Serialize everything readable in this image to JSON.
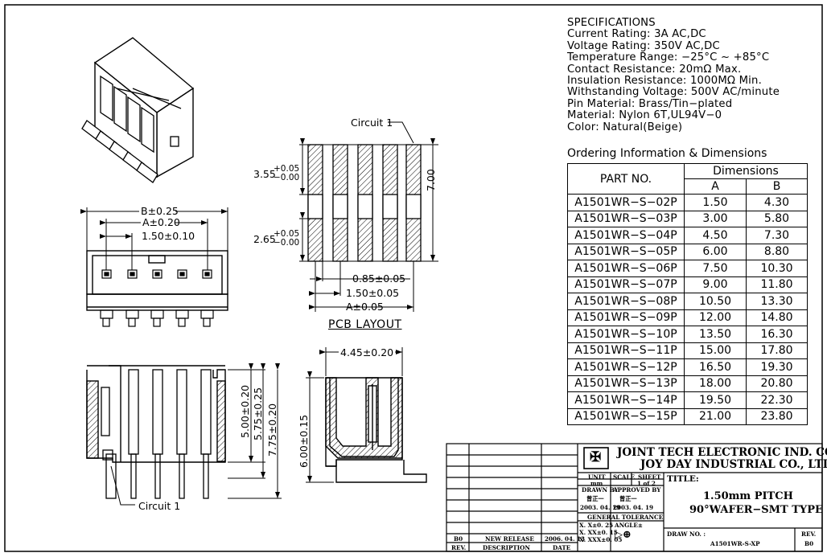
{
  "specifications": {
    "title": "SPECIFICATIONS",
    "lines": [
      "Current Rating: 3A AC,DC",
      "Voltage Rating: 350V AC,DC",
      "Temperature Range: −25°C ~ +85°C",
      "Contact Resistance: 20mΩ Max.",
      "Insulation Resistance: 1000MΩ Min.",
      "Withstanding Voltage: 500V AC/minute",
      "Pin Material: Brass/Tin−plated",
      "Material: Nylon 6T,UL94V−0",
      "Color: Natural(Beige)"
    ]
  },
  "ordering": {
    "title": "Ordering Information & Dimensions",
    "header_part": "PART NO.",
    "header_dims": "Dimensions",
    "header_a": "A",
    "header_b": "B",
    "rows": [
      [
        "A1501WR−S−02P",
        "1.50",
        "4.30"
      ],
      [
        "A1501WR−S−03P",
        "3.00",
        "5.80"
      ],
      [
        "A1501WR−S−04P",
        "4.50",
        "7.30"
      ],
      [
        "A1501WR−S−05P",
        "6.00",
        "8.80"
      ],
      [
        "A1501WR−S−06P",
        "7.50",
        "10.30"
      ],
      [
        "A1501WR−S−07P",
        "9.00",
        "11.80"
      ],
      [
        "A1501WR−S−08P",
        "10.50",
        "13.30"
      ],
      [
        "A1501WR−S−09P",
        "12.00",
        "14.80"
      ],
      [
        "A1501WR−S−10P",
        "13.50",
        "16.30"
      ],
      [
        "A1501WR−S−11P",
        "15.00",
        "17.80"
      ],
      [
        "A1501WR−S−12P",
        "16.50",
        "19.30"
      ],
      [
        "A1501WR−S−13P",
        "18.00",
        "20.80"
      ],
      [
        "A1501WR−S−14P",
        "19.50",
        "22.30"
      ],
      [
        "A1501WR−S−15P",
        "21.00",
        "23.80"
      ]
    ]
  },
  "dimensions": {
    "b": "B±0.25",
    "a_front": "A±0.20",
    "pitch_front": "1.50±0.10",
    "circuit1_top": "Circuit 1",
    "pad_height_top": "3.55",
    "pad_height_top_plus": "+0.05",
    "pad_height_top_minus": "−0.00",
    "pad_height_bottom": "2.65",
    "pad_height_bottom_plus": "+0.05",
    "pad_height_bottom_minus": "−0.00",
    "overall": "7.00",
    "pad_width": "0.85±0.05",
    "pad_pitch": "1.50±0.05",
    "pad_a": "A±0.05",
    "pcb_layout": "PCB LAYOUT",
    "side_width": "4.45±0.20",
    "h500": "5.00±0.20",
    "h575": "5.75±0.25",
    "h775": "7.75±0.20",
    "h600": "6.00±0.15",
    "circuit1_bottom": "Circuit 1"
  },
  "title_block": {
    "company1": "JOINT TECH ELECTRONIC IND. CO., LTD.",
    "company2": "JOY DAY INDUSTRIAL CO., LTD.",
    "title_label": "TITLE:",
    "title1": "1.50mm PITCH",
    "title2": "90°WAFER−SMT TYPE",
    "unit_label": "UNIT",
    "unit_value": "mm",
    "scale_label": "SCALE",
    "sheet_label": "SHEET",
    "sheet_value": "1 of 2",
    "drawn_by_label": "DRAWN BY",
    "approved_by_label": "APPROVED BY",
    "drawn_by_name": "曾正一",
    "approved_by_name": "曾正一",
    "drawn_date": "2003. 04. 19",
    "approved_date": "2003. 04. 19",
    "general_tolerance": "GENERAL TOLERANCE",
    "tol1": "X. X±0. 25",
    "tol2": "X. XX±0. 15",
    "tol3": "X. XXX±0. 05",
    "angle_label": "ANGLE±",
    "drw_no_label": "DRAW NO. :",
    "drw_no": "A1501WR-S-XP",
    "rev_label": "REV.",
    "rev_value": "B0",
    "rev_row_rev": "B0",
    "rev_row_desc": "NEW RELEASE",
    "rev_row_date": "2006. 04. 13",
    "col_rev": "REV.",
    "col_desc": "DESCRIPTION",
    "col_date": "DATE"
  }
}
